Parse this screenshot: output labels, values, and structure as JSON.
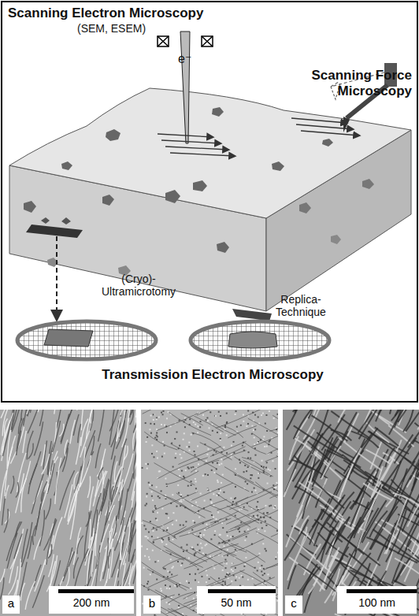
{
  "diagram": {
    "labels": [
      "Scanning Electron Microscopy",
      "(SEM, ESEM)",
      "e⁻",
      "Scanning Force Microscopy",
      "(Cryo)- Ultramicrotomy",
      "Replica- Technique",
      "Transmission Electron Microscopy",
      "a",
      "200 nm",
      "b",
      "50 nm",
      "c",
      "100 nm"
    ]
  }
}
